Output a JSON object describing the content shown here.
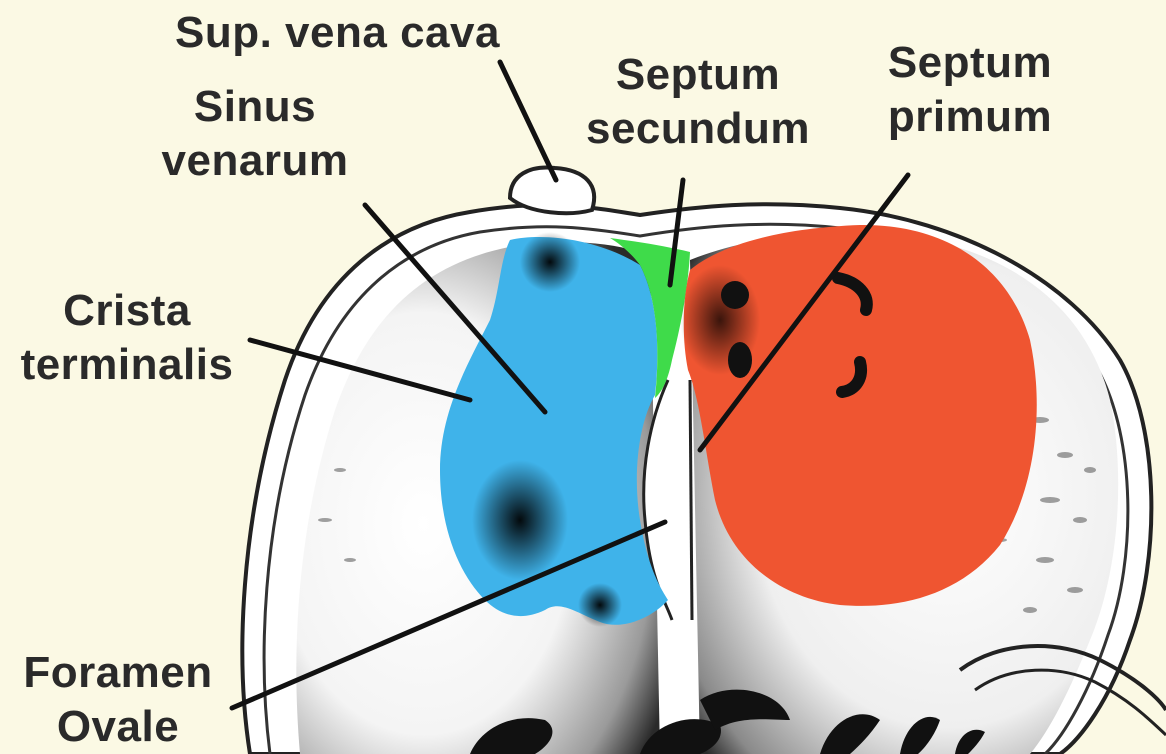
{
  "labels": {
    "sup_vena_cava": "Sup. vena cava",
    "sinus_venarum": [
      "Sinus",
      "venarum"
    ],
    "septum_secundum": [
      "Septum",
      "secundum"
    ],
    "septum_primum": [
      "Septum",
      "primum"
    ],
    "crista_terminalis": [
      "Crista",
      "terminalis"
    ],
    "foramen_ovale": [
      "Foramen",
      "Ovale"
    ]
  },
  "colors": {
    "background": "#fbf9e4",
    "sinus_venarum": "#3fb3ea",
    "septum_secundum": "#3fdb4a",
    "septum_primum": "#ef5531",
    "outline": "#222222"
  }
}
